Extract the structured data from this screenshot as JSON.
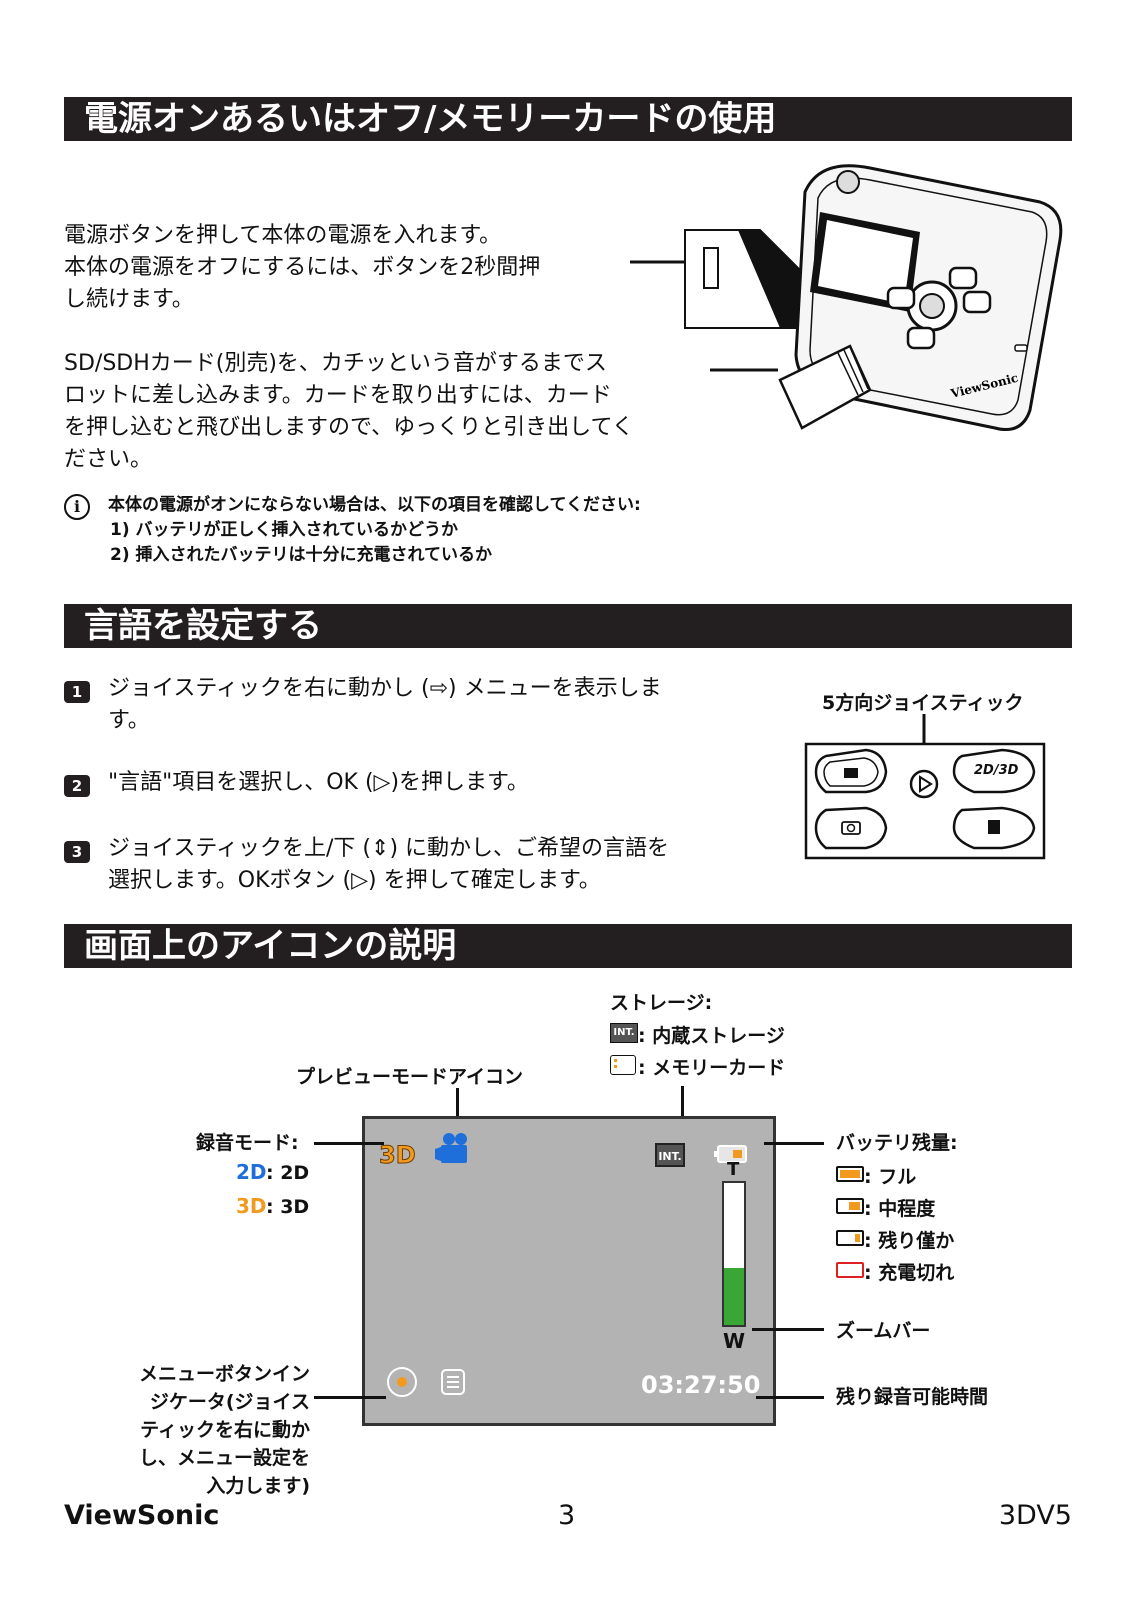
{
  "sections": {
    "power": {
      "header": "電源オンあるいはオフ/メモリーカードの使用",
      "p1": [
        "電源ボタンを押して本体の電源を入れます。",
        "本体の電源をオフにするには、ボタンを2秒間押",
        "し続けます。"
      ],
      "p2": [
        "SD/SDHカード(別売)を、カチッという音がするまでス",
        "ロットに差し込みます。カードを取り出すには、カード",
        "を押し込むと飛び出しますので、ゆっくりと引き出してく",
        "ださい。"
      ],
      "note": [
        "本体の電源がオンにならない場合は、以下の項目を確認してください:",
        "1) バッテリが正しく挿入されているかどうか",
        "2) 挿入されたバッテリは十分に充電されているか"
      ],
      "camera_brand": "ViewSonic"
    },
    "language": {
      "header": "言語を設定する",
      "joystick_label": "5方向ジョイスティック",
      "steps": [
        {
          "num": "1",
          "line1": "ジョイスティックを右に動かし (⇨) メニューを表示しま",
          "line2": "す。"
        },
        {
          "num": "2",
          "line1": "\"言語\"項目を選択し、OK (▷)を押します。",
          "line2": ""
        },
        {
          "num": "3",
          "line1": "ジョイスティックを上/下 (⇕) に動かし、ご希望の言語を",
          "line2": "選択します。OKボタン (▷) を押して確定します。"
        }
      ]
    },
    "icons": {
      "header": "画面上のアイコンの説明",
      "storage": {
        "title": "ストレージ:",
        "int": ": 内蔵ストレージ",
        "card": ": メモリーカード",
        "int_icon_text": "INT."
      },
      "preview_mode": "プレビューモードアイコン",
      "rec_mode": {
        "title": "録音モード:",
        "d2_icon": "2D",
        "d2": ": 2D",
        "d3_icon": "3D",
        "d3": ": 3D"
      },
      "battery": {
        "title": "バッテリ残量:",
        "full": ": フル",
        "mid": ": 中程度",
        "low": ": 残り僅か",
        "empty": ": 充電切れ"
      },
      "zoom_bar": "ズームバー",
      "zoom_t": "T",
      "zoom_w": "W",
      "remaining_time_label": "残り録音可能時間",
      "time": "03:27:50",
      "menu_indicator": [
        "メニューボタンイン",
        "ジケータ(ジョイス",
        "ティックを右に動か",
        "し、メニュー設定を",
        "入力します)"
      ]
    }
  },
  "footer": {
    "brand": "ViewSonic",
    "page": "3",
    "model": "3DV5"
  },
  "colors": {
    "header_bg": "#231f20",
    "accent_orange": "#f29a1f",
    "accent_blue": "#1e6fd9",
    "zoom_green": "#3aa635",
    "battery_red": "#e02020"
  }
}
